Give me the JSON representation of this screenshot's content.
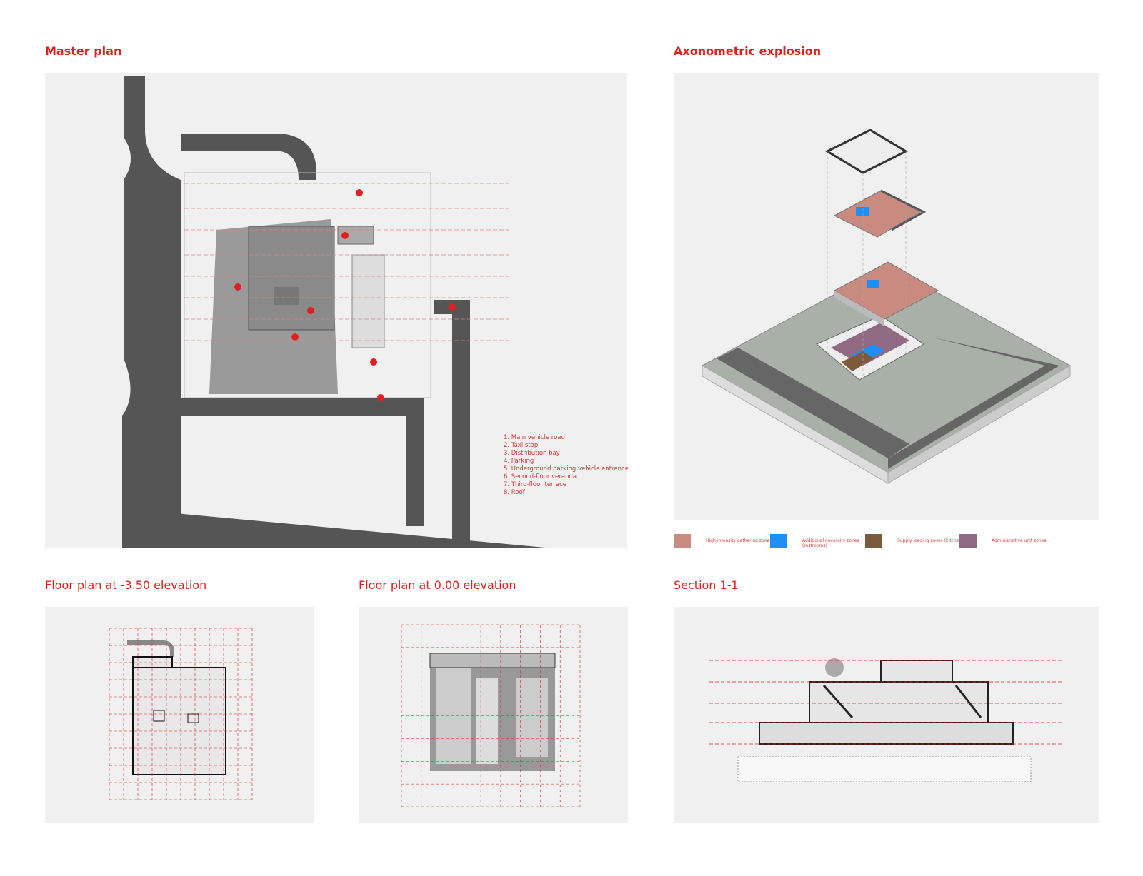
{
  "master_plan": {
    "title": "Master plan",
    "legend": [
      "1. Main vehicle road",
      "2. Taxi stop",
      "3. Distribution bay",
      "4. Parking",
      "5. Underground parking vehicle entrance",
      "6. Second-floor veranda",
      "7. Third-floor terrace",
      "8. Roof"
    ]
  },
  "axonometric": {
    "title": "Axonometric explosion",
    "legend": [
      {
        "label": "High-intensity gathering zones",
        "color": "#c98a80"
      },
      {
        "label": "Additional necessity zones (restrooms)",
        "color": "#1e8ff5"
      },
      {
        "label": "Supply loading zones (kitchen)",
        "color": "#7b5b3c"
      },
      {
        "label": "Administrative unit zones",
        "color": "#8f6a82"
      }
    ]
  },
  "floor_minus": {
    "title": "Floor plan at -3.50 elevation"
  },
  "floor_zero": {
    "title": "Floor plan at 0.00 elevation"
  },
  "section": {
    "title": "Section 1-1"
  },
  "accent": "#e0201e"
}
